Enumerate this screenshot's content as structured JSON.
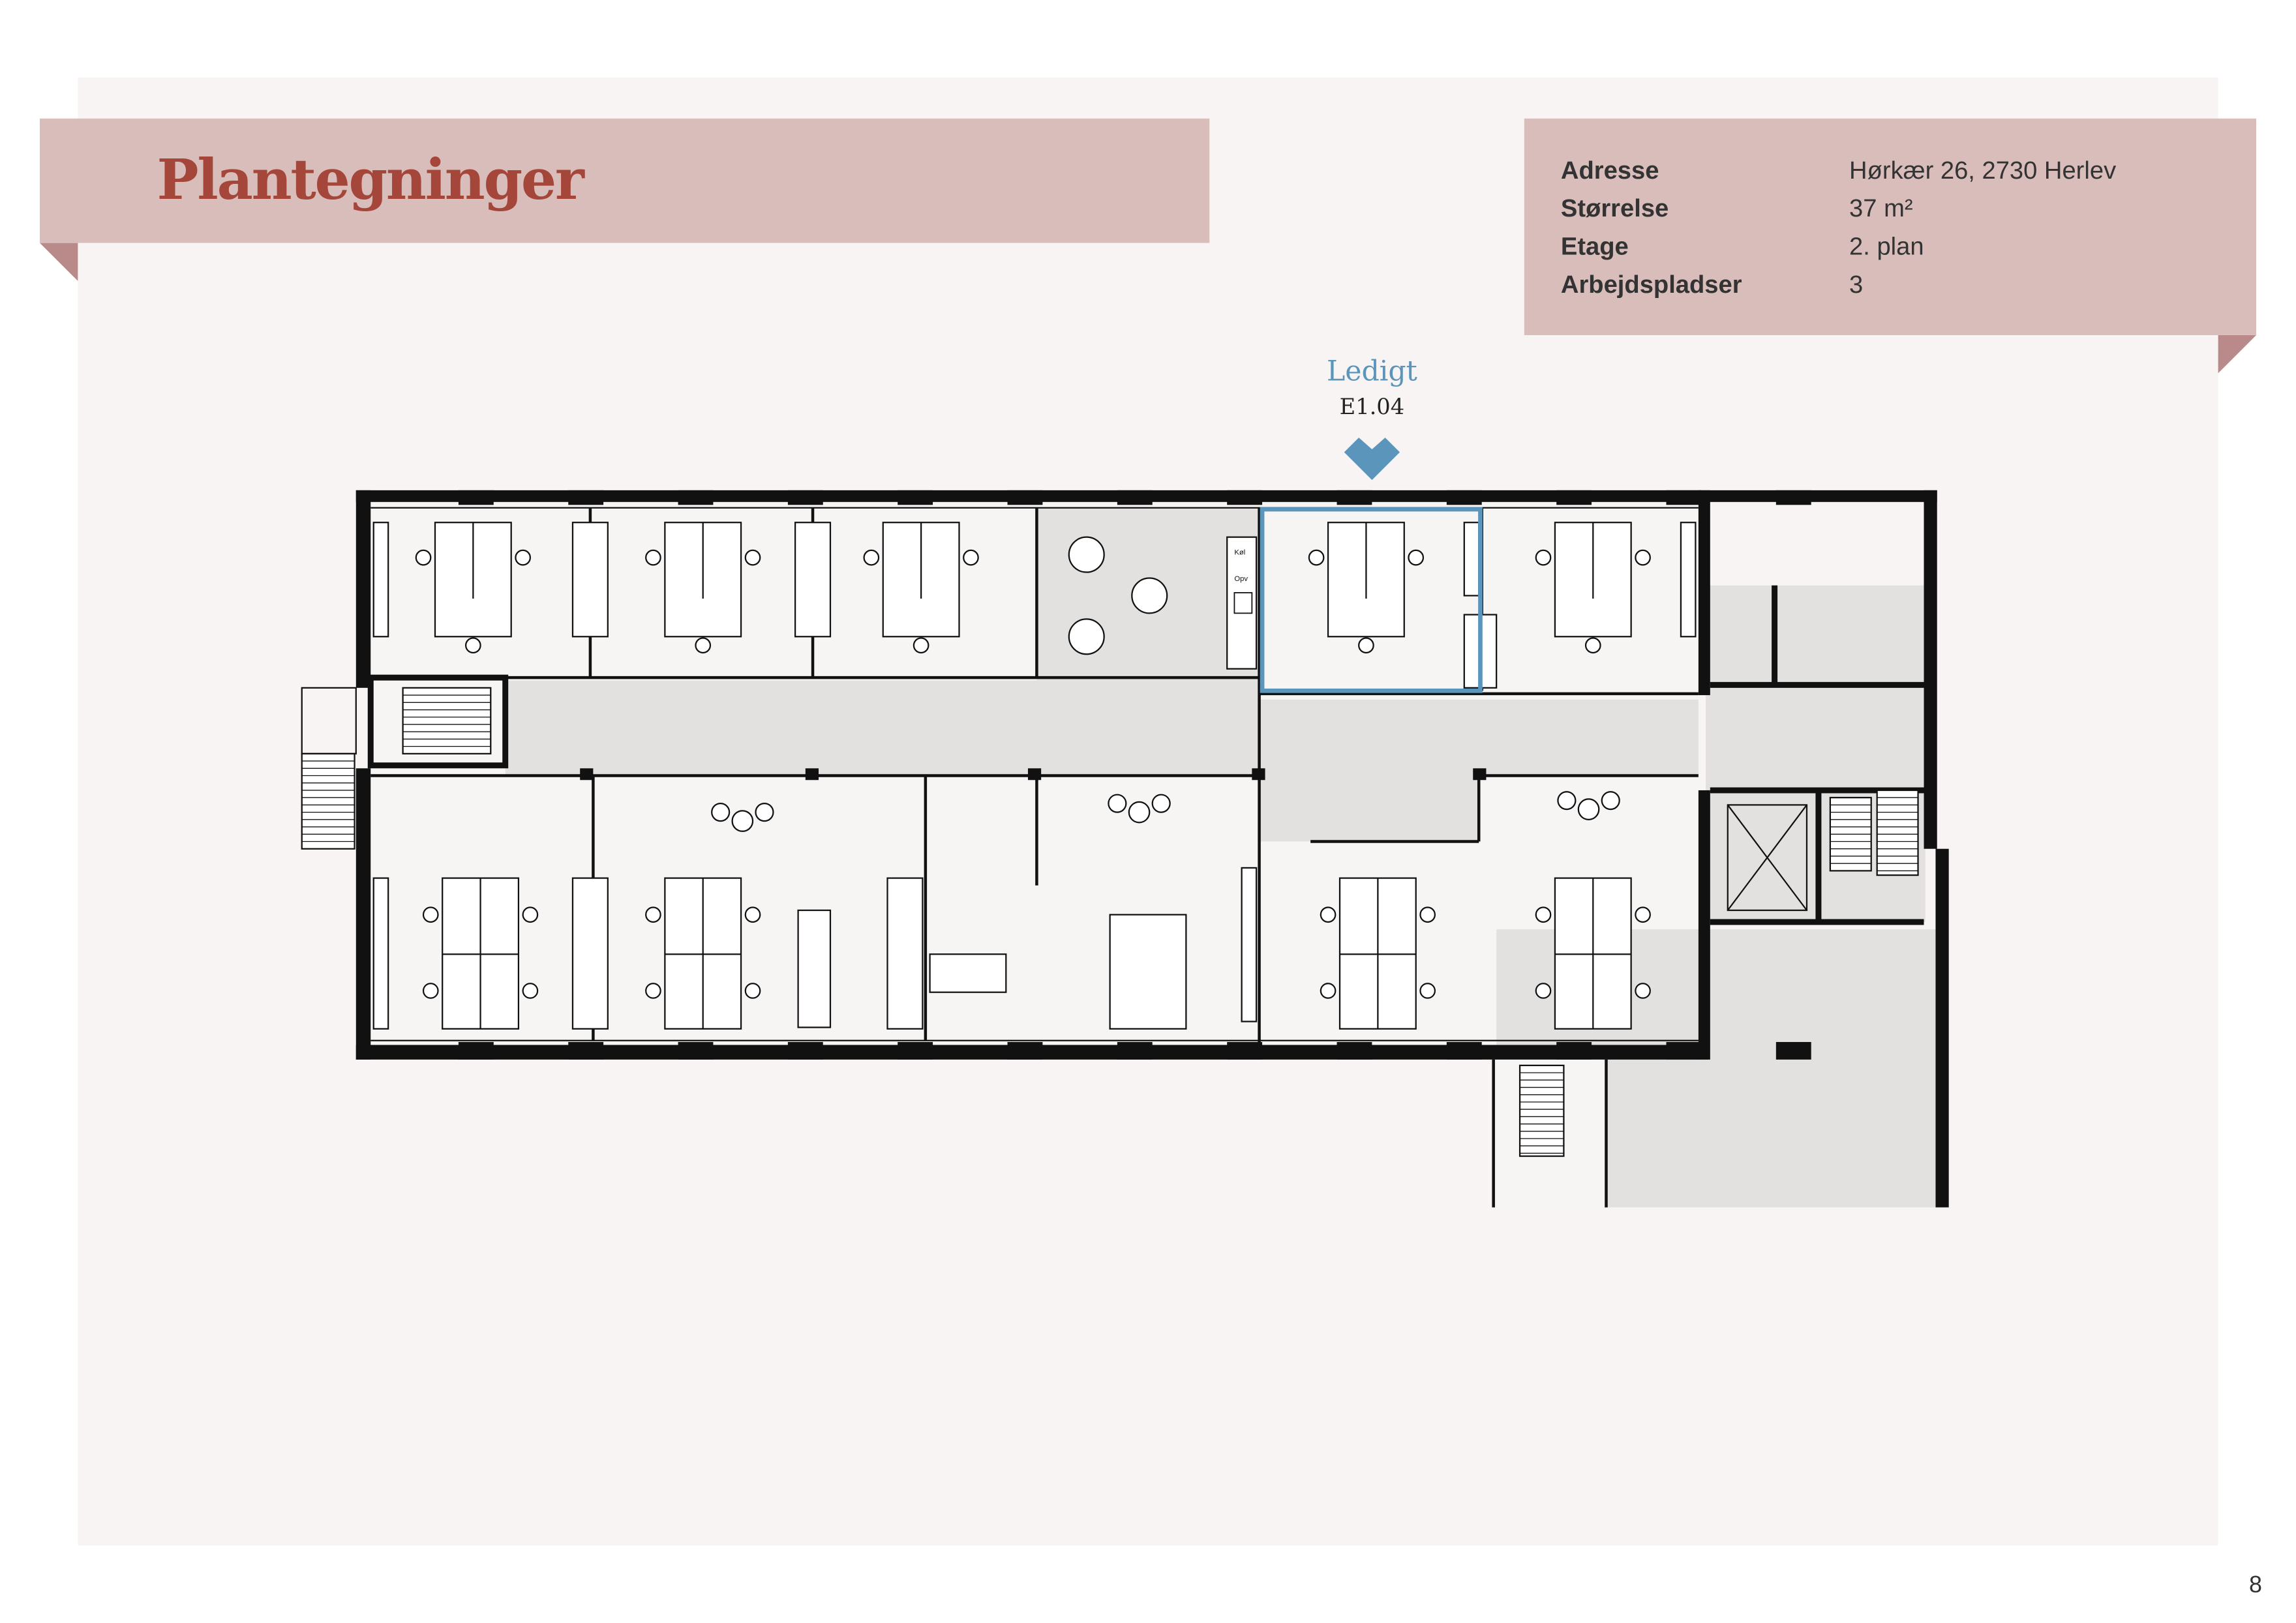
{
  "header": {
    "title": "Plantegninger"
  },
  "info": {
    "rows": [
      {
        "label": "Adresse",
        "value": "Hørkær 26, 2730 Herlev"
      },
      {
        "label": "Størrelse",
        "value": "37 m²"
      },
      {
        "label": "Etage",
        "value": "2. plan"
      },
      {
        "label": "Arbejdspladser",
        "value": "3"
      }
    ]
  },
  "marker": {
    "status": "Ledigt",
    "unit": "E1.04",
    "icon": "heart-pin-icon"
  },
  "kitchen": {
    "fridge": "Køl",
    "dishwasher": "Opv"
  },
  "page_number": "8",
  "colors": {
    "banner": "#d9bdbb",
    "banner_fold": "#b98a89",
    "title": "#a4463a",
    "highlight": "#5b95bb",
    "wall": "#111111",
    "corridor": "#e3e1df",
    "page": "#f8f4f3"
  }
}
